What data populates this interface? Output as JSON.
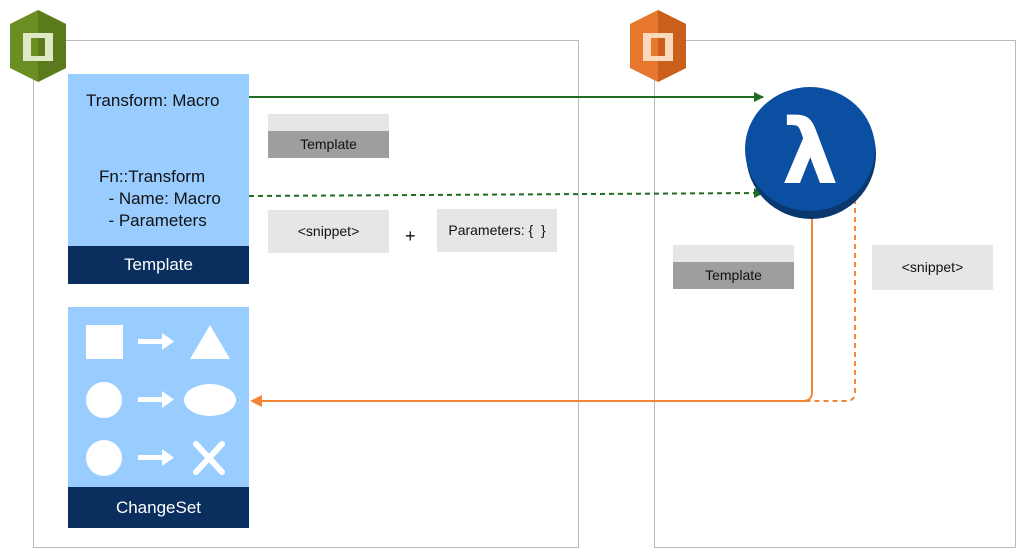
{
  "template_card": {
    "line1": "Transform: Macro",
    "line2": "Fn::Transform",
    "line3": "  - Name: Macro",
    "line4": "  - Parameters",
    "footer": "Template"
  },
  "changeset_card": {
    "footer": "ChangeSet"
  },
  "left_doc": {
    "label": "Template"
  },
  "snippet_left": {
    "label": "<snippet>"
  },
  "plus_sign": "+",
  "parameters_box": {
    "label": "Parameters: {  }"
  },
  "right_doc": {
    "label": "Template"
  },
  "snippet_right": {
    "label": "<snippet>"
  },
  "lambda_symbol": "λ",
  "icons": {
    "cloudformation": "cloudformation-icon",
    "lambda_service": "lambda-service-icon",
    "lambda_function": "lambda-function-icon"
  },
  "colors": {
    "card_blue": "#99ccff",
    "navy": "#0a2f5e",
    "green_arrow": "#1f6b1f",
    "orange_arrow": "#f58536",
    "lambda_blue": "#0b4fa3",
    "cloudformation_green": "#6b8e23",
    "lambda_orange": "#e8772e"
  }
}
